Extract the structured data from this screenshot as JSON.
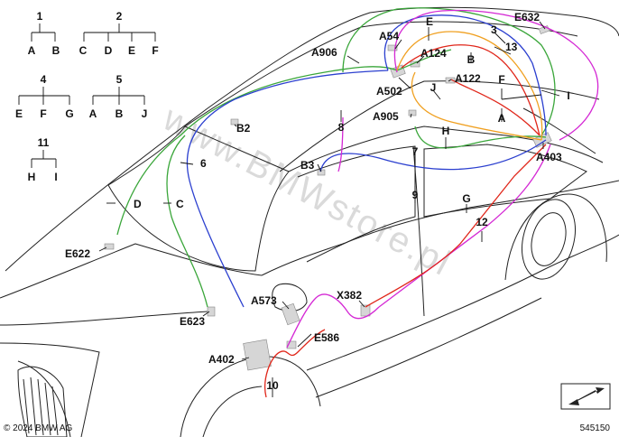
{
  "diagram": {
    "part_number": "545150",
    "copyright": "© 2024 BMW AG",
    "watermark": "www.BMWstore.pl",
    "legend": [
      {
        "id": "1",
        "parent": "1",
        "children": [
          "A",
          "B"
        ]
      },
      {
        "id": "2",
        "parent": "2",
        "children": [
          "C",
          "D",
          "E",
          "F"
        ]
      },
      {
        "id": "4",
        "parent": "4",
        "children": [
          "E",
          "F",
          "G"
        ]
      },
      {
        "id": "5",
        "parent": "5",
        "children": [
          "A",
          "B",
          "J"
        ]
      },
      {
        "id": "11",
        "parent": "11",
        "children": [
          "H",
          "I"
        ]
      }
    ],
    "labels": {
      "E": "E",
      "E632": "E632",
      "A54": "A54",
      "n3": "3",
      "n13": "13",
      "A906": "A906",
      "A124": "A124",
      "B_top": "B",
      "A122": "A122",
      "J": "J",
      "F": "F",
      "I": "I",
      "A502": "A502",
      "A": "A",
      "n8": "8",
      "A905": "A905",
      "B2": "B2",
      "H": "H",
      "A403": "A403",
      "n6": "6",
      "n7": "7",
      "B3": "B3",
      "n9": "9",
      "G": "G",
      "D": "D",
      "C": "C",
      "n12": "12",
      "E622": "E622",
      "X382": "X382",
      "A573": "A573",
      "E623": "E623",
      "E586": "E586",
      "A402": "A402",
      "n10": "10"
    },
    "wire_colors": {
      "green": "#3aa63a",
      "blue": "#2b3fcf",
      "magenta": "#d428d4",
      "orange": "#f0a020",
      "red": "#e0261a"
    }
  }
}
